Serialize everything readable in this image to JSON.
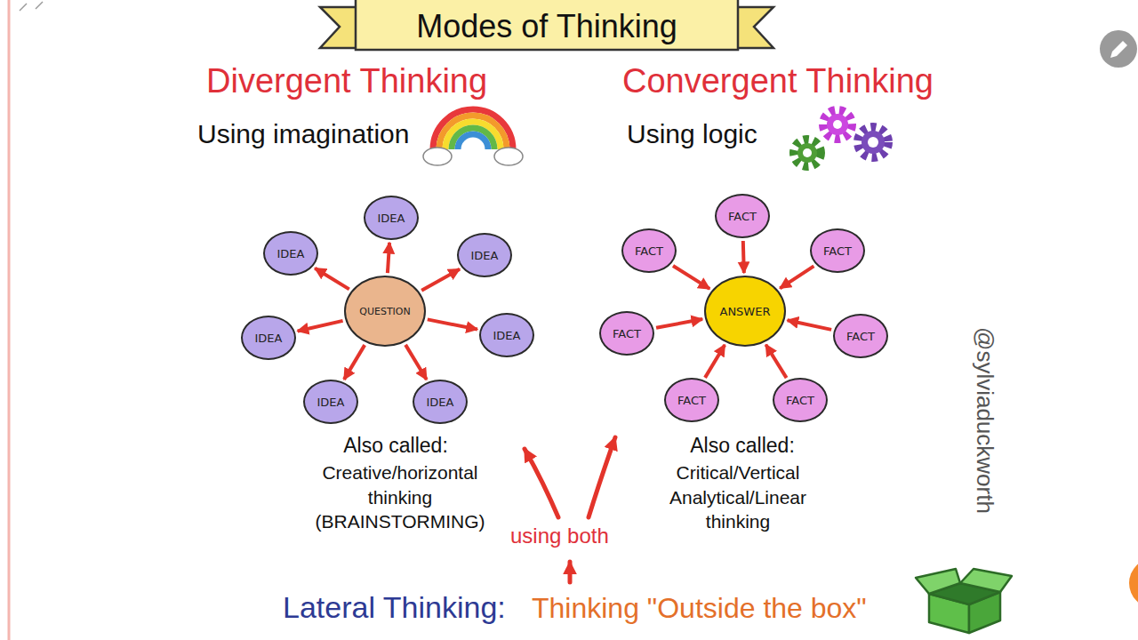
{
  "diagram": {
    "title": "Modes of Thinking",
    "nodes": [
      {
        "text": [
          "Also called:",
          "Creative/horizontal thinking (BRAINSTORMING)"
        ]
      },
      {
        "text": [
          "QUESTION"
        ],
        "in": 0
      },
      {
        "text": [
          "IDEA"
        ],
        "in": 0
      },
      {
        "text": [
          "IDEA"
        ],
        "in": 0
      },
      {
        "text": [
          "IDEA"
        ],
        "in": 0
      },
      {
        "text": [
          "IDEA"
        ],
        "in": 0
      },
      {
        "text": [
          "IDEA"
        ],
        "in": 0
      },
      {
        "text": [
          "IDEA"
        ],
        "in": 0
      },
      {
        "text": [
          "IDEA"
        ],
        "in": 0
      },
      {
        "text": [
          "Also called:",
          "Critical/Vertical Analytical/Linear thinking"
        ]
      },
      {
        "text": [
          "ANSWER"
        ],
        "in": 9
      },
      {
        "text": [
          "FACT"
        ],
        "in": 9
      },
      {
        "text": [
          "FACT"
        ],
        "in": 9
      },
      {
        "text": [
          "FACT"
        ],
        "in": 9
      },
      {
        "text": [
          "FACT"
        ],
        "in": 9
      },
      {
        "text": [
          "FACT"
        ],
        "in": 9
      },
      {
        "text": [
          "FACT"
        ],
        "in": 9
      },
      {
        "text": [
          "FACT"
        ],
        "in": 9
      }
    ],
    "edges": [
      {
        "from": 1,
        "to": 2,
        "arrow": "to"
      },
      {
        "from": 1,
        "to": 3,
        "arrow": "to"
      },
      {
        "from": 1,
        "to": 4,
        "arrow": "to"
      },
      {
        "from": 1,
        "to": 5,
        "arrow": "to"
      },
      {
        "from": 1,
        "to": 6,
        "arrow": "to"
      },
      {
        "from": 1,
        "to": 7,
        "arrow": "to"
      },
      {
        "from": 1,
        "to": 8,
        "arrow": "to"
      },
      {
        "from": 11,
        "to": 10,
        "arrow": "to"
      },
      {
        "from": 12,
        "to": 10,
        "arrow": "to"
      },
      {
        "from": 13,
        "to": 10,
        "arrow": "to"
      },
      {
        "from": 14,
        "to": 10,
        "arrow": "to"
      },
      {
        "from": 15,
        "to": 10,
        "arrow": "to"
      },
      {
        "from": 16,
        "to": 10,
        "arrow": "to"
      },
      {
        "from": 17,
        "to": 10,
        "arrow": "to"
      }
    ],
    "labels": [
      "Divergent Thinking",
      "Using imagination",
      "Convergent Thinking",
      "Using logic",
      "using both",
      "Lateral Thinking:",
      "Thinking \"Outside the box\"",
      "@sylviaduckworth"
    ]
  }
}
